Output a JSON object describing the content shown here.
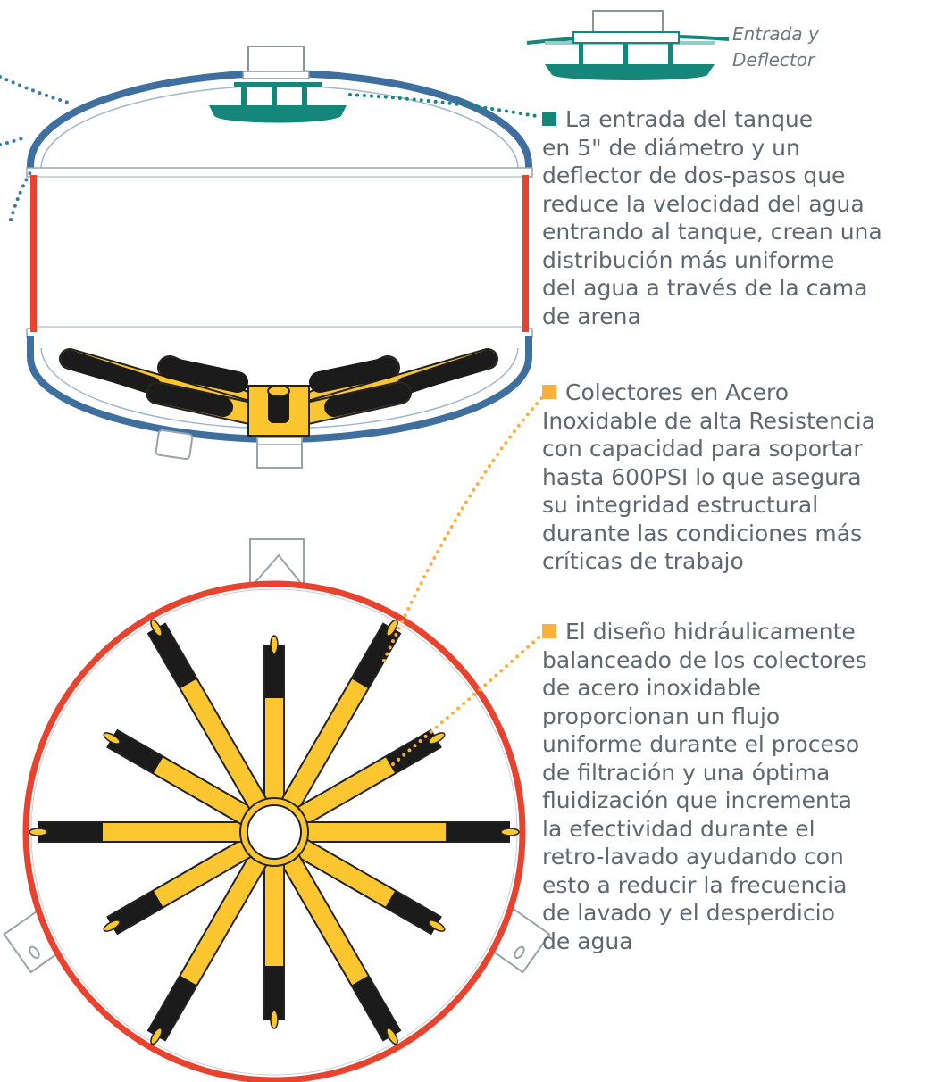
{
  "inlet_label": {
    "line1": "Entrada y",
    "line2": "Deflector"
  },
  "captions": [
    {
      "marker_color": "#14877a",
      "text": "La entrada del tanque\nen 5\" de diámetro y un\ndeflector de dos-pasos que\nreduce la velocidad del agua\nentrando al tanque, crean una\ndistribución más uniforme\ndel agua a través de la cama\nde arena"
    },
    {
      "marker_color": "#fbb03b",
      "text": "Colectores en Acero\nInoxidable de alta Resistencia\ncon capacidad para soportar\nhasta 600PSI lo que asegura\nsu integridad estructural\ndurante las condiciones más\ncríticas de trabajo"
    },
    {
      "marker_color": "#fbb03b",
      "text": "El diseño hidráulicamente\nbalanceado de los colectores\nde acero inoxidable\nproporcionan un flujo\nuniforme durante el proceso\nde filtración y una óptima\nfluidización que incrementa\nla efectividad durante el\nretro-lavado ayudando con\nesto a reducir la frecuencia\nde lavado y el desperdicio\nde agua"
    }
  ],
  "colors": {
    "tank_shell_blue": "#3f6f9e",
    "tank_wall_red": "#e8432f",
    "inlet_green": "#14877a",
    "lateral_yellow": "#fcc630",
    "lateral_screen_black": "#1b1b1b",
    "leader_blue": "#3a78a8",
    "leader_orange": "#fbb03b",
    "caption_text": "#5f6770"
  }
}
